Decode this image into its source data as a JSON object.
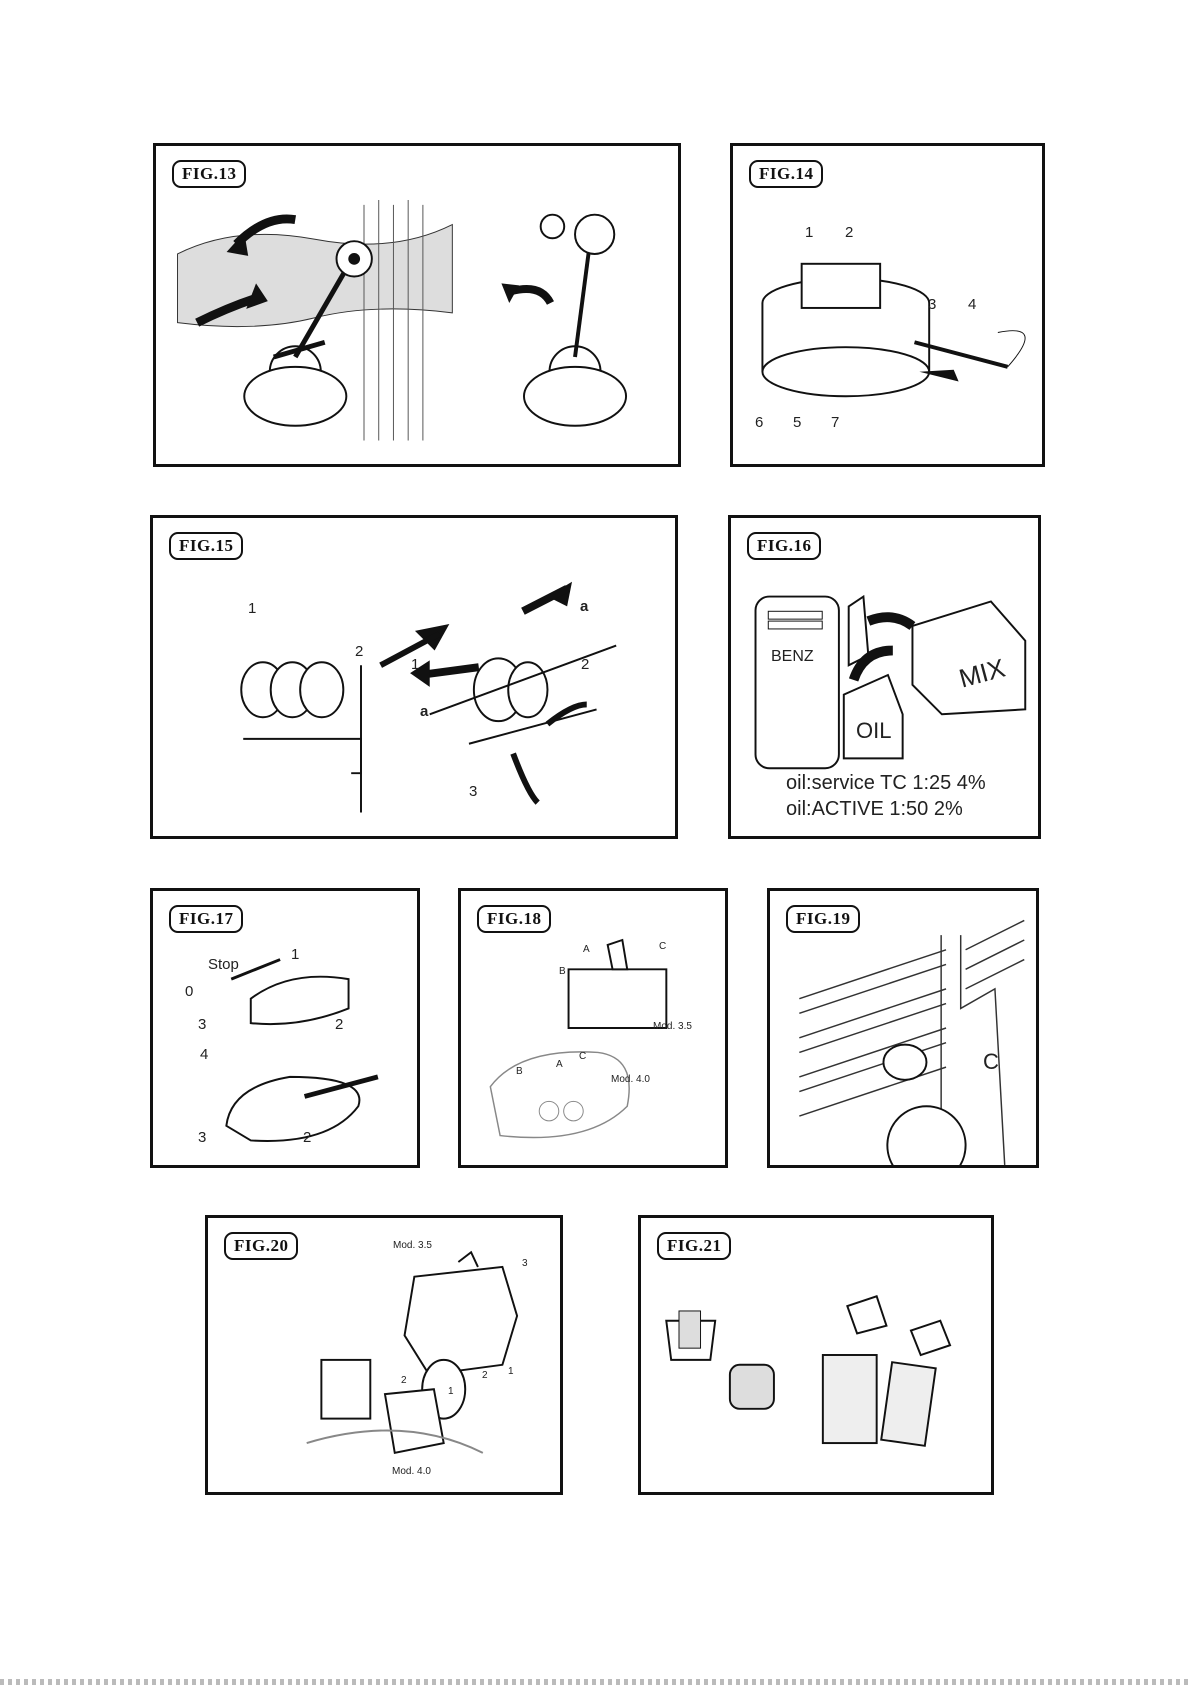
{
  "figures": {
    "fig13": {
      "tag": "FIG.13"
    },
    "fig14": {
      "tag": "FIG.14",
      "labels": [
        "1",
        "2",
        "3",
        "4",
        "5",
        "6",
        "7"
      ]
    },
    "fig15": {
      "tag": "FIG.15",
      "labels": [
        "1",
        "2",
        "1",
        "2",
        "3",
        "a",
        "a"
      ]
    },
    "fig16": {
      "tag": "FIG.16",
      "benz": "BENZ",
      "oil": "OIL",
      "mix": "MIX",
      "line1": "oil:service TC 1:25 4%",
      "line2": "oil:ACTIVE 1:50 2%"
    },
    "fig17": {
      "tag": "FIG.17",
      "stop": "Stop",
      "labels": [
        "1",
        "0",
        "3",
        "2",
        "4",
        "3",
        "2"
      ]
    },
    "fig18": {
      "tag": "FIG.18",
      "mod35": "Mod. 3.5",
      "mod40": "Mod. 4.0",
      "labels": [
        "A",
        "B",
        "C",
        "A",
        "B",
        "C"
      ]
    },
    "fig19": {
      "tag": "FIG.19",
      "label": "C"
    },
    "fig20": {
      "tag": "FIG.20",
      "mod35": "Mod. 3.5",
      "mod40": "Mod. 4.0",
      "labels": [
        "3",
        "1",
        "2",
        "2",
        "1"
      ]
    },
    "fig21": {
      "tag": "FIG.21"
    }
  }
}
